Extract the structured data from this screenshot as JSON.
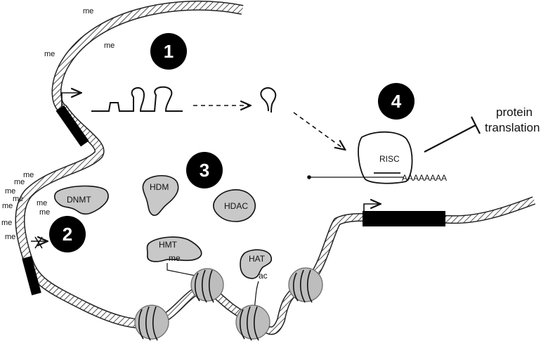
{
  "markers": {
    "one": "1",
    "two": "2",
    "three": "3",
    "four": "4"
  },
  "me_label": "me",
  "enzymes": {
    "dnmt": "DNMT",
    "hdm": "HDM",
    "hdac": "HDAC",
    "hmt": "HMT",
    "hat": "HAT",
    "risc": "RISC"
  },
  "marks": {
    "methyl": "me",
    "acetyl": "ac"
  },
  "polyA": "AAAAAAAA",
  "outcome": {
    "line1": "protein",
    "line2": "translation"
  },
  "colors": {
    "enzyme_fill": "#c8c8c8",
    "nucleosome_fill": "#bdbdbd",
    "marker_fill": "#000000",
    "strand_stroke": "#222222"
  }
}
